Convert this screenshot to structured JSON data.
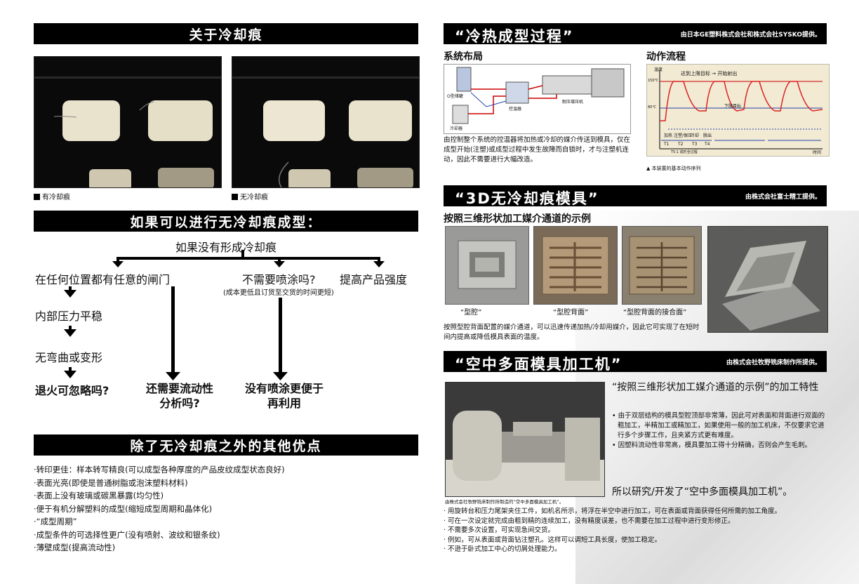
{
  "left": {
    "banner1": "关于冷却痕",
    "photo_left_caption": "有冷却痕",
    "photo_right_caption": "无冷却痕",
    "banner2": "如果可以进行无冷却痕成型：",
    "flow": {
      "root": "如果没有形成冷却痕",
      "col1": "在任何位置都有任意的闸门",
      "col2": "不需要喷涂吗?",
      "col2_note": "(成本更低且订货至交货的时间更短)",
      "col3": "提高产品强度",
      "step1": "内部压力平稳",
      "step2": "无弯曲或变形",
      "end1": "退火可忽略吗?",
      "end2_line1": "还需要流动性",
      "end2_line2": "分析吗?",
      "end3_line1": "没有喷涂更便于",
      "end3_line2": "再利用"
    },
    "banner3": "除了无冷却痕之外的其他优点",
    "advantages": [
      "·转印更佳：样本转写精良(可以成型各种厚度的产品皮纹成型状态良好)",
      "·表面光亮(即使是普通树脂或泡沫塑料材料)",
      "·表面上没有玻璃或碳黑暴露(均匀性)",
      "·便于有机分解塑料的成型(缩短成型周期和晶体化)",
      "·“成型周期”",
      "·成型条件的可选择性更广(没有喷射、波纹和银条纹)",
      "·薄壁成型(提高流动性)"
    ]
  },
  "right": {
    "sec1": {
      "title": "“冷热成型过程”",
      "source": "由日本GE塑料株式会社和株式会社SYSKO提供。",
      "layout_title": "系统布局",
      "flow_title": "动作流程",
      "layout_labels": [
        "O型储罐",
        "冷却器",
        "控温器",
        "耐压增压机"
      ],
      "layout_desc": "由控制整个系统的控温器将加热或冷却的媒介传送到模具，仅在成型开始(注塑)或成型过程中发生故障而自锁时，才与注塑机连动，因此不需要进行大幅改造。",
      "chart_texts": {
        "y_label": "温度",
        "x_label": "时间",
        "top_note": "达到上限目标 → 开始射出",
        "low_note": "下限目标",
        "y_high": "150℃",
        "y_low": "80℃",
        "phases": [
          "T1",
          "T2",
          "T3",
          "T4"
        ],
        "cycle_label": "T5:1 成形全过程",
        "phase_words": [
          "加热",
          "注塑/保压",
          "冷却",
          "脱出"
        ]
      },
      "chart_note": "▲ 本装置的基本动作序列"
    },
    "sec2": {
      "title": "“3D无冷却痕模具”",
      "source": "由株式会社富士精工提供。",
      "subtitle": "按照三维形状加工媒介通道的示例",
      "captions": [
        "“型腔”",
        "“型腔背面”",
        "“型腔背面的接合面”"
      ],
      "desc": "按照型腔背面配置的媒介通道，可以迅速传递加热/冷却用媒介，因此它可实现了在短时间内提高或降低模具表面的温度。"
    },
    "sec3": {
      "title": "“空中多面模具加工机”",
      "source": "由株式会社牧野铣床制作所提供。",
      "heading": "“按照三维形状加工媒介通道的示例”的加工特性",
      "bullets": [
        "由于双层结构的模具型腔顶部非常薄，因此可对表面和背面进行双面的粗加工，半精加工或精加工，如果使用一般的加工机床，不仅要求它进行多个步骤工作，且夹紧方式更有难度。",
        "因塑料流动性非常高，模具要加工得十分精确，否则会产生毛刺。"
      ],
      "photo_caption": "由株式会社牧野铣床制作所制造的“空中多面模具加工机”。",
      "statement": "所以研究/开发了“空中多面模具加工机”。",
      "bottom_bullets": [
        "用旋转台和压力尾架夹住工件，如机名所示，将浮在半空中进行加工，可在表面或背面获得任何所需的加工角度。",
        "可在一次设定就完成由粗到精的连续加工，没有精度误差，也不需要在加工过程中进行变形修正。",
        "不需要多次设置，可实现急间交货。",
        "例如，可从表面或背面钻注塑孔。这样可以调短工具长度，使加工稳定。",
        "不逊于卧式加工中心的切屑处理能力。"
      ]
    }
  }
}
